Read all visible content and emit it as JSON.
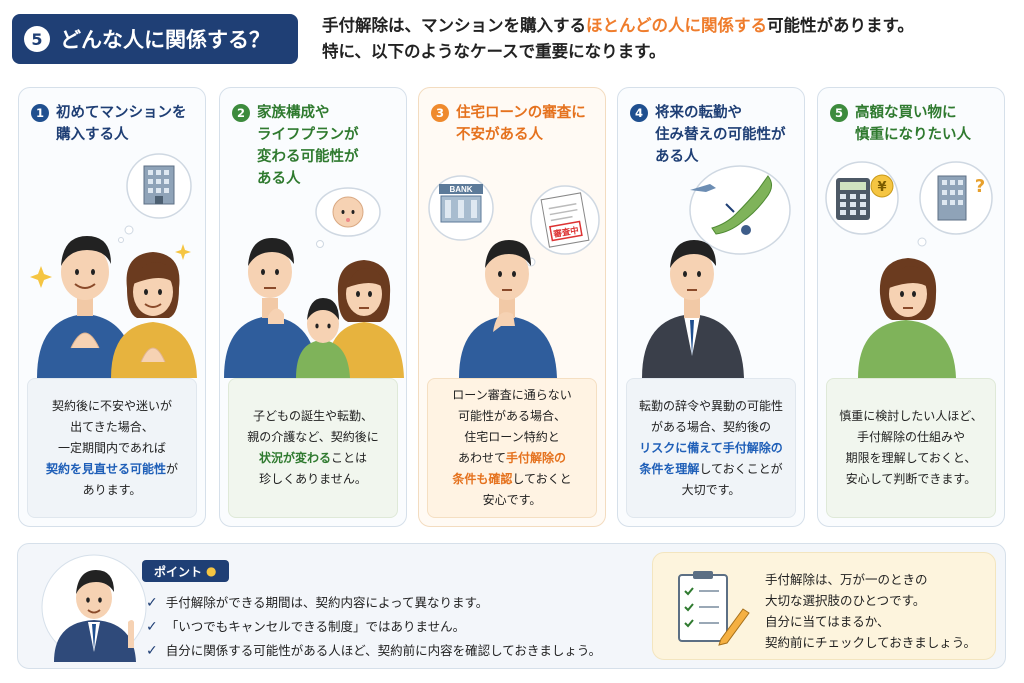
{
  "header": {
    "number": "5",
    "title": "どんな人に関係する？",
    "intro_line1_pre": "手付解除は、マンションを購入する",
    "intro_line1_highlight": "ほとんどの人に関係する",
    "intro_line1_post": "可能性があります。",
    "intro_line2": "特に、以下のようなケースで重要になります。"
  },
  "cards": [
    {
      "number": "1",
      "title_lines": [
        "初めてマンションを",
        "購入する人"
      ],
      "text_lines": [
        "契約後に不安や迷いが",
        "出てきた場合、",
        "一定期間内であれば"
      ],
      "text_highlight": "契約を見直せる可能性",
      "text_highlight_tail": "が",
      "text_last": "あります。"
    },
    {
      "number": "2",
      "title_lines": [
        "家族構成や",
        "ライフプランが",
        "変わる可能性が",
        "ある人"
      ],
      "text_lines": [
        "子どもの誕生や転勤、",
        "親の介護など、契約後に"
      ],
      "text_highlight": "状況が変わる",
      "text_highlight_tail": "ことは",
      "text_last": "珍しくありません。"
    },
    {
      "number": "3",
      "title_lines": [
        "住宅ローンの審査に",
        "不安がある人"
      ],
      "text_lines": [
        "ローン審査に通らない",
        "可能性がある場合、",
        "住宅ローン特約と"
      ],
      "text_line4_pre": "あわせて",
      "text_highlight": "手付解除の",
      "text_highlight2": "条件も確認",
      "text_highlight2_tail": "しておくと",
      "text_last": "安心です。",
      "stamp": "審査中"
    },
    {
      "number": "4",
      "title_lines": [
        "将来の転勤や",
        "住み替えの可能性が",
        "ある人"
      ],
      "text_lines": [
        "転勤の辞令や異動の可能性",
        "がある場合、契約後の"
      ],
      "text_highlight": "リスクに備えて手付解除の",
      "text_highlight2": "条件を理解",
      "text_highlight2_tail": "しておくことが",
      "text_last": "大切です。"
    },
    {
      "number": "5",
      "title_lines": [
        "高額な買い物に",
        "慎重になりたい人"
      ],
      "text_lines": [
        "慎重に検討したい人ほど、",
        "手付解除の仕組みや",
        "期限を理解しておくと、",
        "安心して判断できます。"
      ]
    }
  ],
  "bank_sign": "BANK",
  "yen_sign": "¥",
  "question_mark": "?",
  "point": {
    "label": "ポイント",
    "checks": [
      "手付解除ができる期間は、契約内容によって異なります。",
      "「いつでもキャンセルできる制度」ではありません。",
      "自分に関係する可能性がある人ほど、契約前に内容を確認しておきましょう。"
    ]
  },
  "note": {
    "lines": [
      "手付解除は、万が一のときの",
      "大切な選択肢のひとつです。",
      "自分に当てはまるか、",
      "契約前にチェックしておきましょう。"
    ]
  },
  "colors": {
    "navy": "#1f3f75",
    "orange": "#ef7d2d",
    "green": "#3d8b3d",
    "highlight_blue": "#1f5fb8"
  }
}
